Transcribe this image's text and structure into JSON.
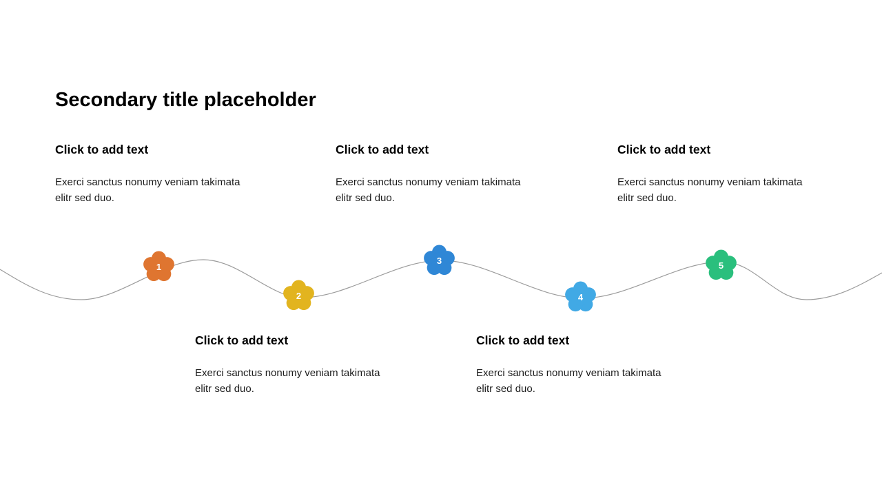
{
  "slide": {
    "title": "Secondary title placeholder",
    "background_color": "#ffffff"
  },
  "decor": {
    "wave_color": "#9b9b9b"
  },
  "blocks": [
    {
      "heading": "Click to add text",
      "body": "Exerci sanctus nonumy veniam takimata elitr sed duo."
    },
    {
      "heading": "Click to add text",
      "body": "Exerci sanctus nonumy veniam takimata elitr sed duo."
    },
    {
      "heading": "Click to add text",
      "body": "Exerci sanctus nonumy veniam takimata elitr sed duo."
    },
    {
      "heading": "Click to add text",
      "body": "Exerci sanctus nonumy veniam takimata elitr sed duo."
    },
    {
      "heading": "Click to add text",
      "body": "Exerci sanctus nonumy veniam takimata elitr sed duo."
    }
  ],
  "steps": [
    {
      "number": "1",
      "color": "#df7530"
    },
    {
      "number": "2",
      "color": "#e2b41f"
    },
    {
      "number": "3",
      "color": "#2f87d6"
    },
    {
      "number": "4",
      "color": "#41a9e5"
    },
    {
      "number": "5",
      "color": "#2abf7d"
    }
  ]
}
